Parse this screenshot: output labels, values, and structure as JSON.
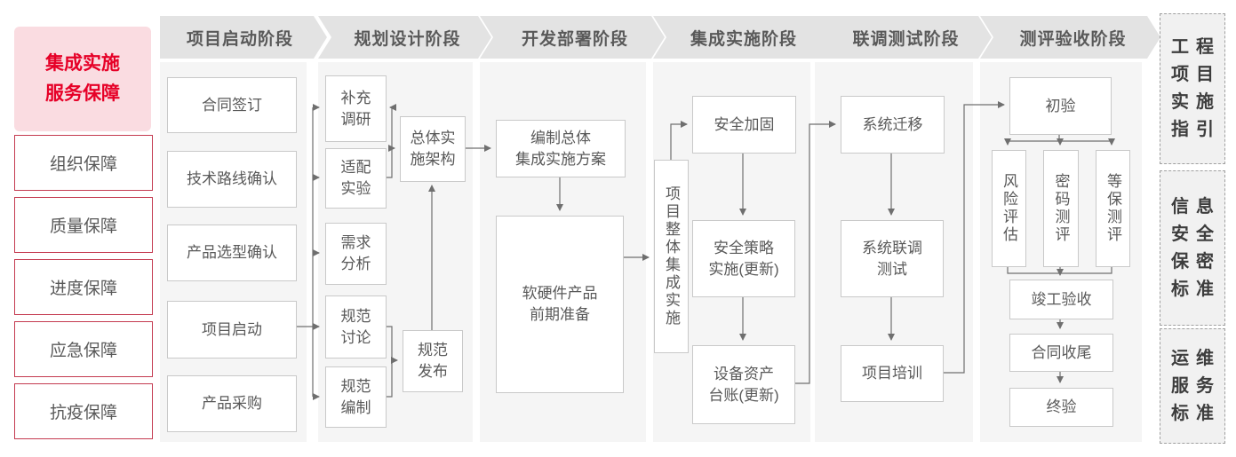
{
  "sidebar": {
    "title": "集成实施\n服务保障",
    "items": [
      "组织保障",
      "质量保障",
      "进度保障",
      "应急保障",
      "抗疫保障"
    ]
  },
  "phases": [
    "项目启动阶段",
    "规划设计阶段",
    "开发部署阶段",
    "集成实施阶段",
    "联调测试阶段",
    "测评验收阶段"
  ],
  "nodes": {
    "contract_sign": "合同签订",
    "tech_route": "技术路线确认",
    "product_selection": "产品选型确认",
    "project_kickoff": "项目启动",
    "product_procurement": "产品采购",
    "supplementary_research": "补充\n调研",
    "adaptation_test": "适配\n实验",
    "requirement_analysis": "需求\n分析",
    "spec_discussion": "规范\n讨论",
    "spec_drafting": "规范\n编制",
    "overall_architecture": "总体实\n施架构",
    "spec_release": "规范\n发布",
    "overall_plan": "编制总体\n集成实施方案",
    "product_preparation": "软硬件产品\n前期准备",
    "overall_integration": "项目整体集成实施",
    "security_hardening": "安全加固",
    "security_policy": "安全策略\n实施(更新)",
    "asset_ledger": "设备资产\n台账(更新)",
    "system_migration": "系统迁移",
    "joint_testing": "系统联调\n测试",
    "project_training": "项目培训",
    "initial_acceptance": "初验",
    "risk_assessment": "风险评估",
    "crypto_evaluation": "密码测评",
    "mlps_evaluation": "等保测评",
    "completion_acceptance": "竣工验收",
    "contract_closure": "合同收尾",
    "final_acceptance": "终验"
  },
  "standards": [
    "工程\n项目\n实施\n指引",
    "信息\n安全\n保密\n标准",
    "运维\n服务\n标准"
  ],
  "colors": {
    "accent_red": "#e60027",
    "sidebar_border_red": "#c43a50",
    "title_bg_pink": "#fadce1",
    "phase_banner_bg": "#e3e3e3",
    "panel_bg": "#f5f5f5",
    "box_border": "#c9c9c9",
    "text_gray": "#595959",
    "connector": "#6f6f6f"
  }
}
